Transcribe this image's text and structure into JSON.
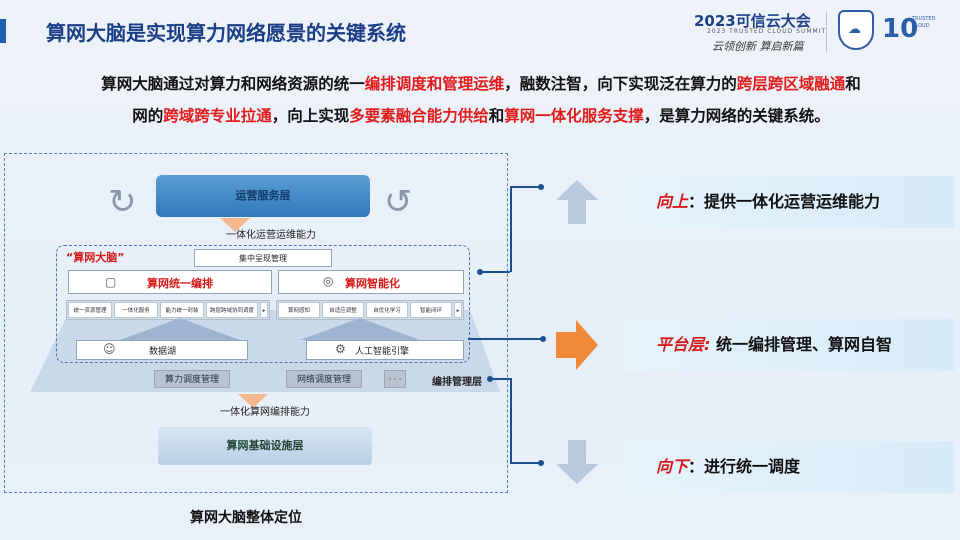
{
  "header": {
    "title": "算网大脑是实现算力网络愿景的关键系统",
    "event_title": "2023可信云大会",
    "event_subtitle": "2023 TRUSTED CLOUD SUMMIT",
    "event_slogan": "云领创新 算启新篇",
    "logo_number": "10",
    "logo_small_text": "TRUSTED CLOUD"
  },
  "intro": {
    "line1": [
      {
        "t": "算网大脑通过对算力和网络资源的统一",
        "hl": false
      },
      {
        "t": "编排调度和管理运维",
        "hl": true
      },
      {
        "t": "，融数注智，向下实现泛在算力的",
        "hl": false
      },
      {
        "t": "跨层跨区域融通",
        "hl": true
      },
      {
        "t": "和",
        "hl": false
      }
    ],
    "line2": [
      {
        "t": "网的",
        "hl": false
      },
      {
        "t": "跨域跨专业拉通",
        "hl": true
      },
      {
        "t": "，向上实现",
        "hl": false
      },
      {
        "t": "多要素融合能力供给",
        "hl": true
      },
      {
        "t": "和",
        "hl": false
      },
      {
        "t": "算网一体化服务支撑",
        "hl": true
      },
      {
        "t": "，是算力网络的关键系统。",
        "hl": false
      }
    ]
  },
  "diagram": {
    "ops_layer": "运营服务层",
    "ops_capability": "一体化运营运维能力",
    "brain_label": "“算网大脑”",
    "centralized": "集中呈现管理",
    "unified_orchestration": "算网统一编排",
    "intelligence": "算网智能化",
    "orch_subs": [
      "统一资源管理",
      "一体化服务",
      "能力统一封装",
      "跨层跨域协同调度"
    ],
    "intel_subs": [
      "算网感知",
      "自适应调整",
      "自优化学习",
      "智能闭环"
    ],
    "data_lake": "数据湖",
    "ai_engine": "人工智能引擎",
    "compute_sched": "算力调度管理",
    "network_sched": "网络调度管理",
    "ellipsis": "· · ·",
    "orch_layer": "编排管理层",
    "orch_capability": "一体化算网编排能力",
    "infra_layer": "算网基础设施层",
    "caption": "算网大脑整体定位"
  },
  "right": {
    "up": {
      "kw": "向上",
      "sep": "：",
      "text": "提供一体化运营运维能力"
    },
    "platform": {
      "kw": "平台层:",
      "sep": " ",
      "text": "统一编排管理、算网自智"
    },
    "down": {
      "kw": "向下",
      "sep": "：",
      "text": "进行统一调度"
    }
  },
  "colors": {
    "accent": "#1c3e86",
    "highlight": "#e01b1b",
    "orange": "#f0883a"
  }
}
